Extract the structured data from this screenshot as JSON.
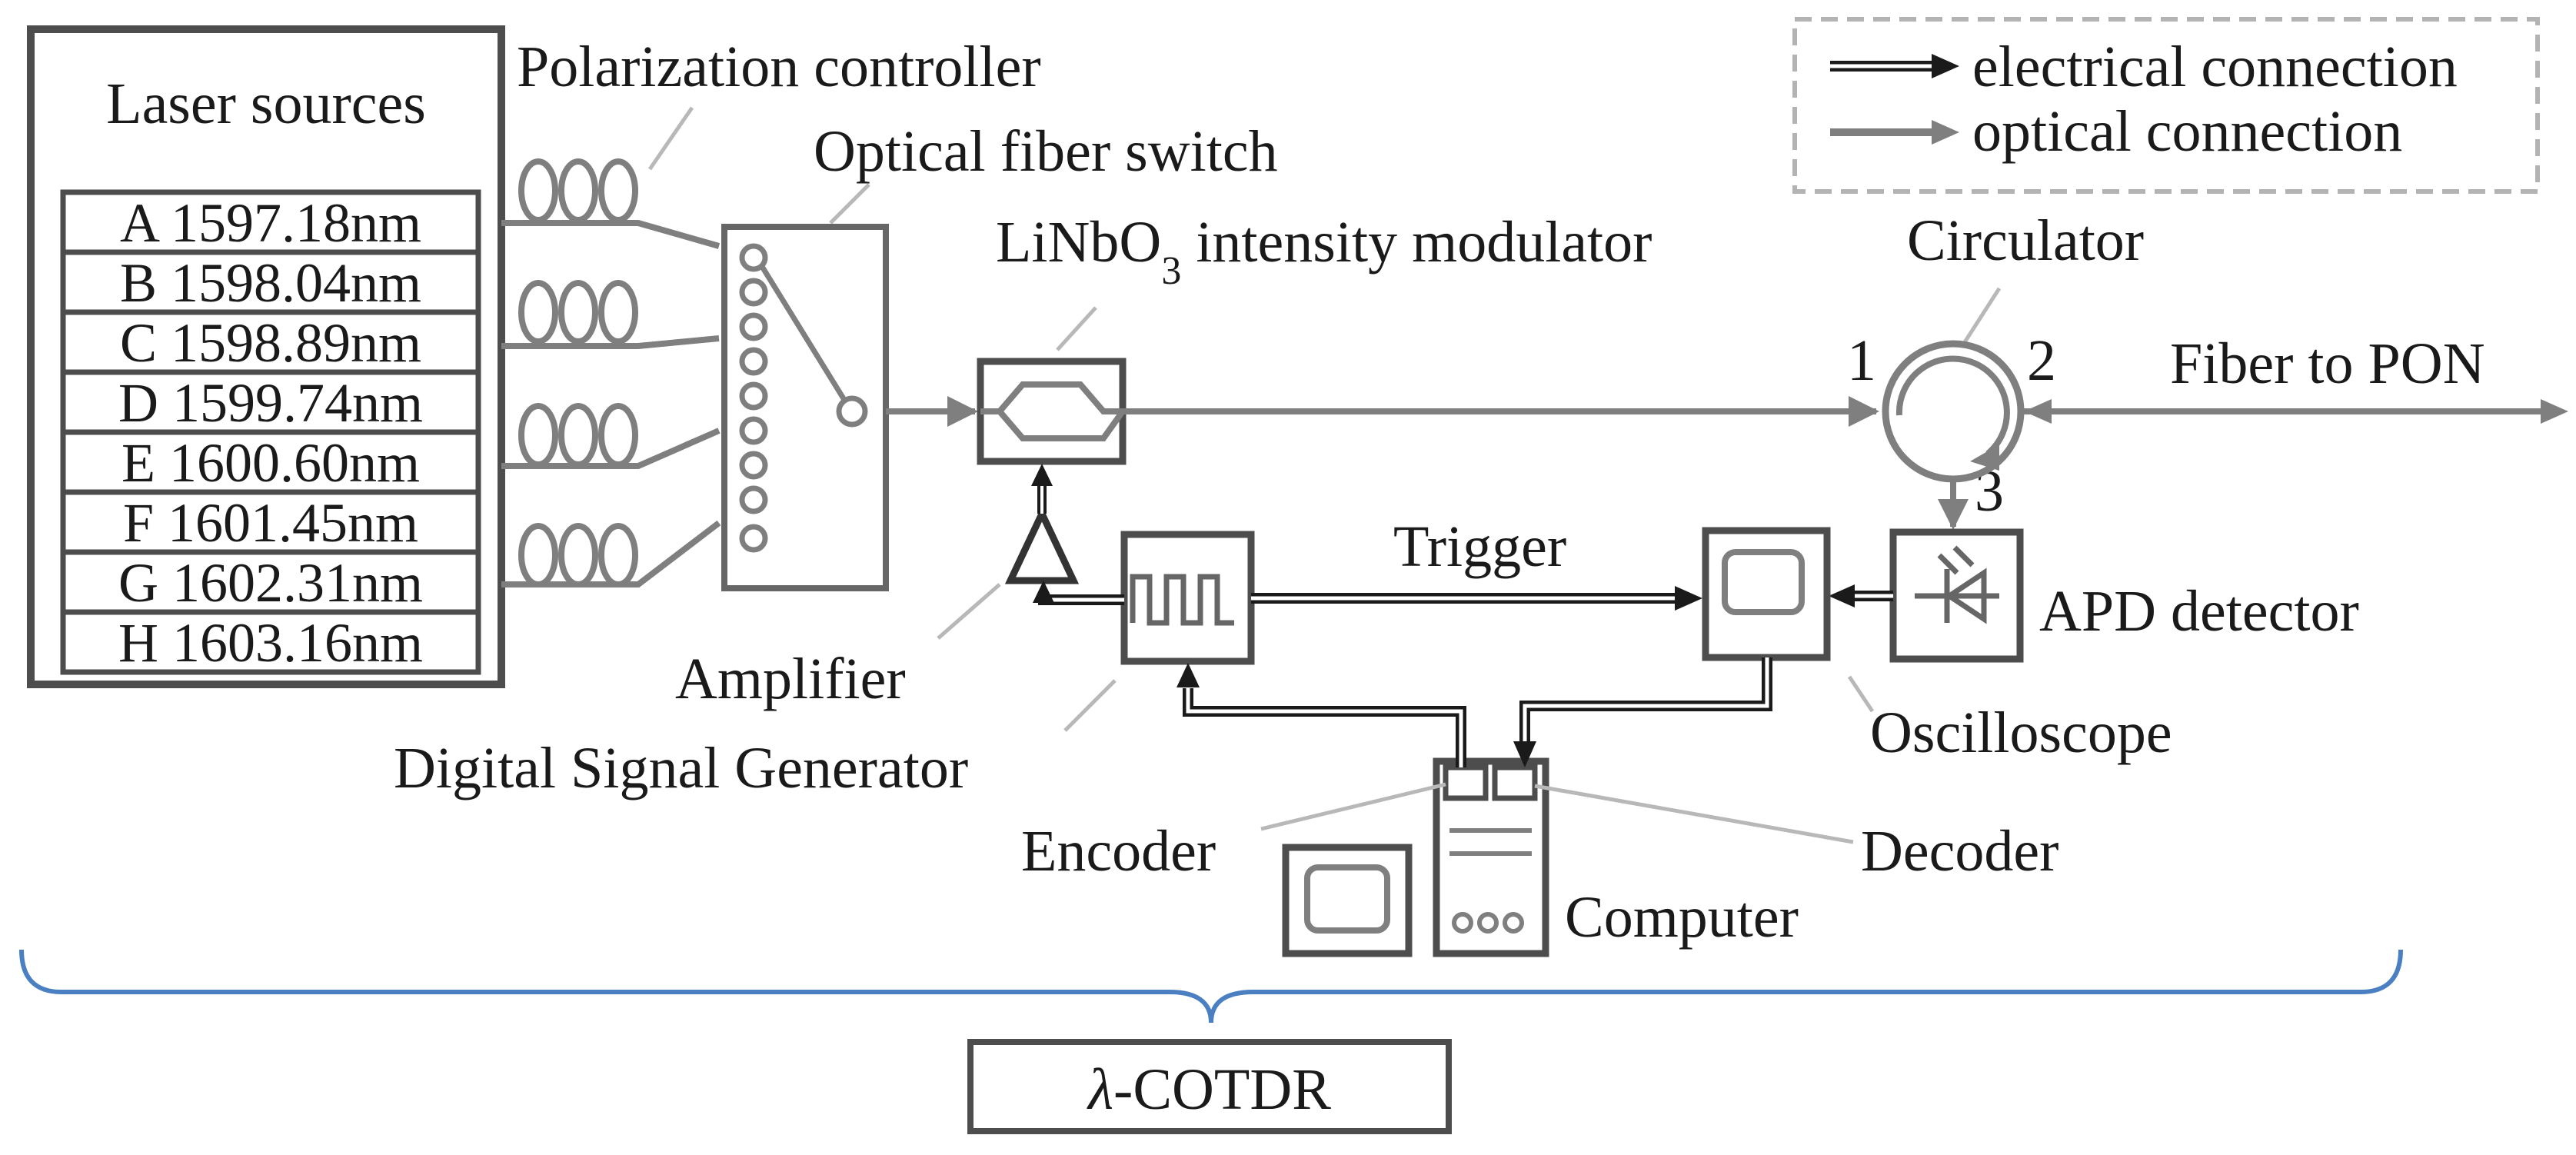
{
  "legend": {
    "electrical": "electrical connection",
    "optical": "optical connection"
  },
  "laser": {
    "title": "Laser sources",
    "sources": [
      "A 1597.18nm",
      "B 1598.04nm",
      "C 1598.89nm",
      "D 1599.74nm",
      "E 1600.60nm",
      "F 1601.45nm",
      "G 1602.31nm",
      "H 1603.16nm"
    ]
  },
  "labels": {
    "polarization_controller": "Polarization controller",
    "fiber_switch": "Optical fiber switch",
    "modulator_prefix": "LiNbO",
    "modulator_sub": "3",
    "modulator_suffix": " intensity modulator",
    "circulator": "Circulator",
    "port1": "1",
    "port2": "2",
    "port3": "3",
    "fiber_to_pon": "Fiber to PON",
    "trigger": "Trigger",
    "apd_detector": "APD detector",
    "amplifier": "Amplifier",
    "dsg": "Digital Signal Generator",
    "oscilloscope": "Oscilloscope",
    "encoder": "Encoder",
    "decoder": "Decoder",
    "computer": "Computer",
    "system_lambda": "λ",
    "system_name": "-COTDR"
  },
  "colors": {
    "optical": "#7f7f7f",
    "electrical": "#1a1a1a",
    "brace": "#4a7fc1",
    "legend_border": "#b3b3b3"
  }
}
